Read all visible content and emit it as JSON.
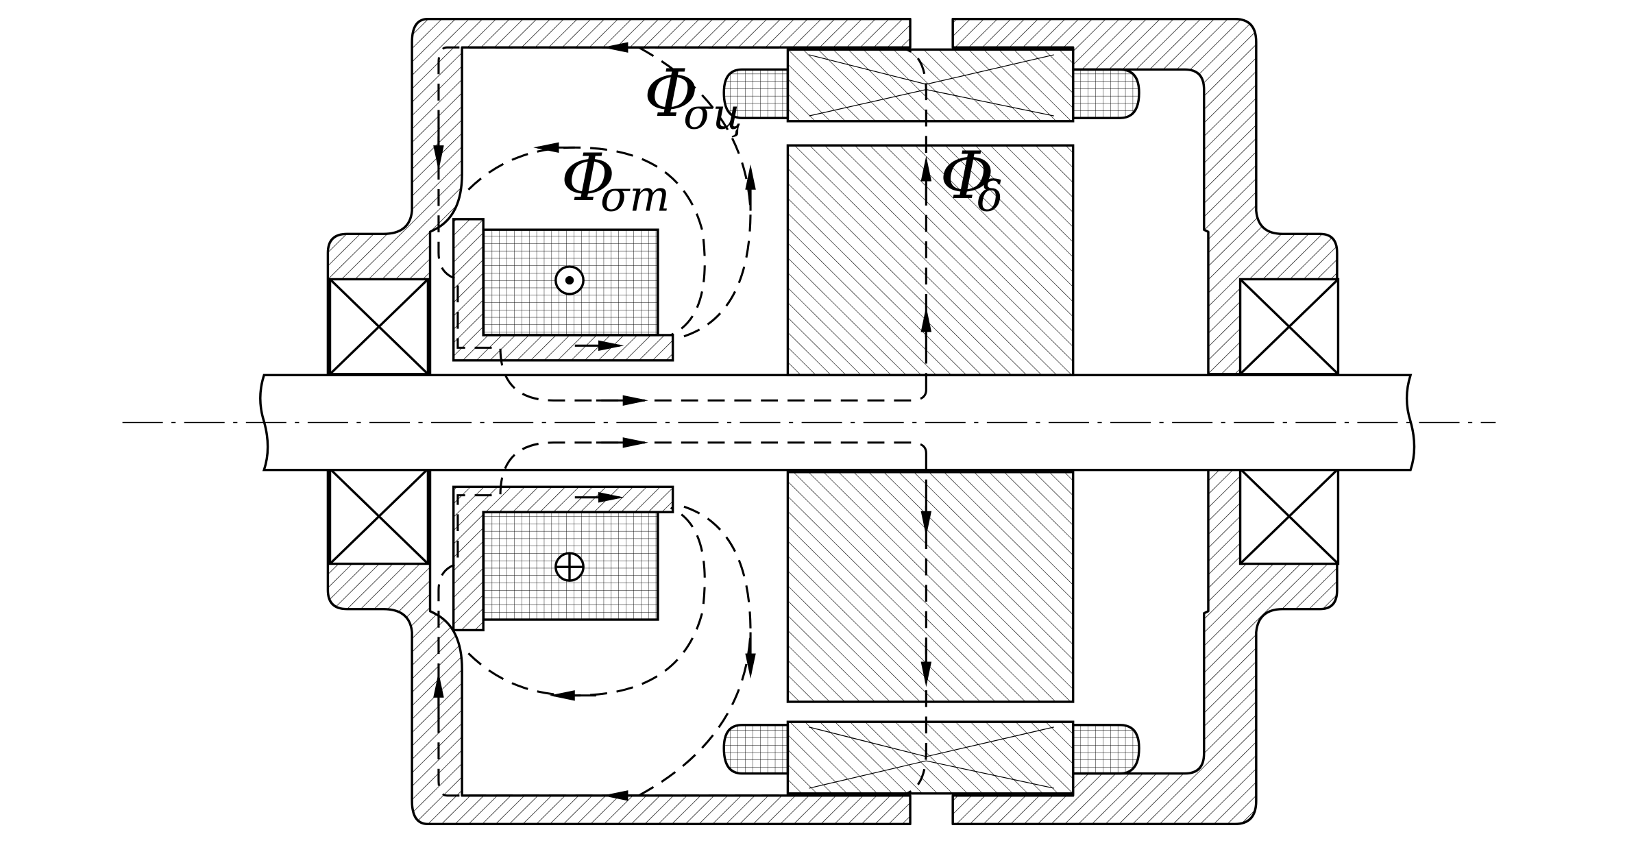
{
  "diagram": {
    "labels": {
      "flux_leak_c": {
        "main": "Φ",
        "sub": "σц"
      },
      "flux_leak_m": {
        "main": "Φ",
        "sub": "σm"
      },
      "flux_gap": {
        "main": "Φ",
        "sub": "δ"
      }
    },
    "coil_symbols": {
      "upper": "dot-current-out",
      "lower": "cross-current-in"
    },
    "colors": {
      "line": "#000000",
      "background": "#ffffff"
    }
  }
}
